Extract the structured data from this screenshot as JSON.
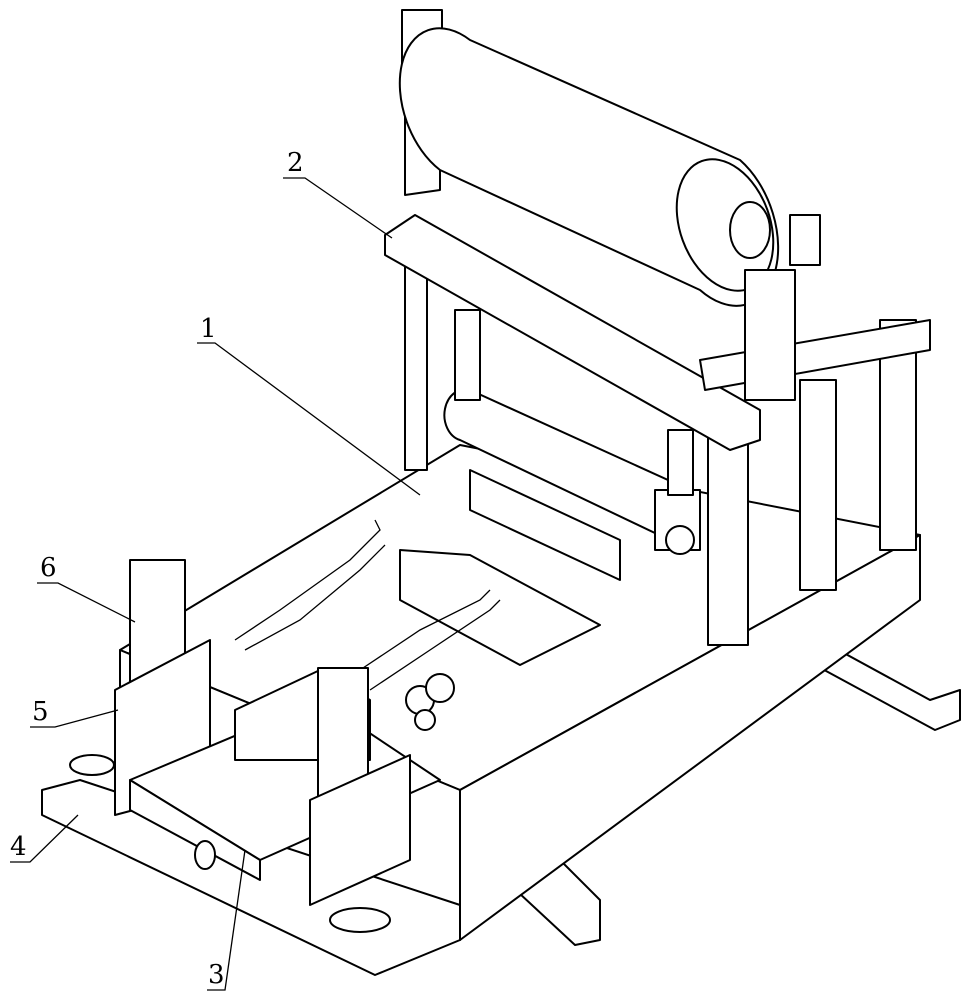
{
  "figure": {
    "type": "patent-perspective-drawing",
    "reference_labels": [
      {
        "id": "1",
        "text": "1"
      },
      {
        "id": "2",
        "text": "2"
      },
      {
        "id": "3",
        "text": "3"
      },
      {
        "id": "4",
        "text": "4"
      },
      {
        "id": "5",
        "text": "5"
      },
      {
        "id": "6",
        "text": "6"
      }
    ]
  }
}
